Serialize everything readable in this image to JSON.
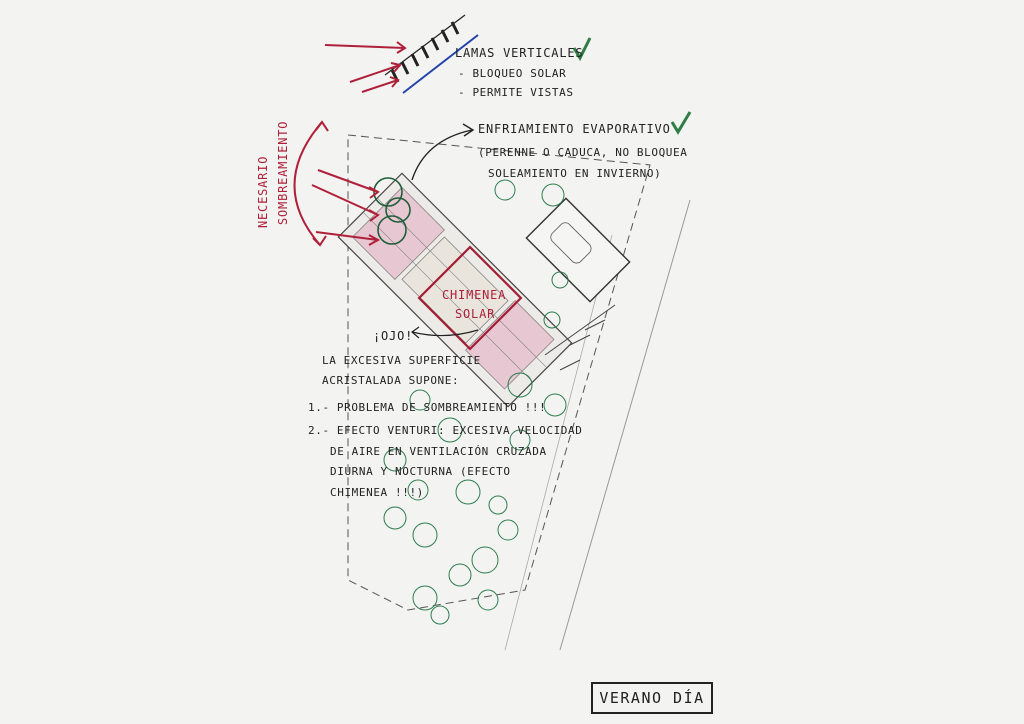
{
  "annotations": {
    "lamas_title": "LAMAS VERTICALES",
    "lamas_point_1": "- BLOQUEO SOLAR",
    "lamas_point_2": "- PERMITE VISTAS",
    "enfriamiento_1": "ENFRIAMIENTO EVAPORATIVO",
    "enfriamiento_2": "(PERENNE O CADUCA, NO BLOQUEA",
    "enfriamiento_3": "SOLEAMIENTO EN INVIERNO)",
    "necesario_1": "NECESARIO",
    "necesario_2": "SOMBREAMIENTO",
    "chimenea_1": "CHIMENEA",
    "chimenea_2": "SOLAR",
    "ojo": "¡OJO!",
    "excesiva_1": "LA EXCESIVA SUPERFICIE",
    "excesiva_2": "ACRISTALADA SUPONE:",
    "point_1": "1.- PROBLEMA DE SOMBREAMIENTO !!!",
    "point_2a": "2.- EFECTO VENTURI: EXCESIVA VELOCIDAD",
    "point_2b": "DE AIRE EN VENTILACIÓN CRUZADA",
    "point_2c": "DIURNA Y NOCTURNA (EFECTO",
    "point_2d": "CHIMENEA !!!)"
  },
  "title": "VERANO DÍA",
  "colors": {
    "paper": "#f3f3f1",
    "ink": "#222222",
    "sun_arrows": "#b0203a",
    "check": "#2f7d45",
    "vegetation": "#2e7d4f",
    "lamas_line": "#2244aa"
  }
}
